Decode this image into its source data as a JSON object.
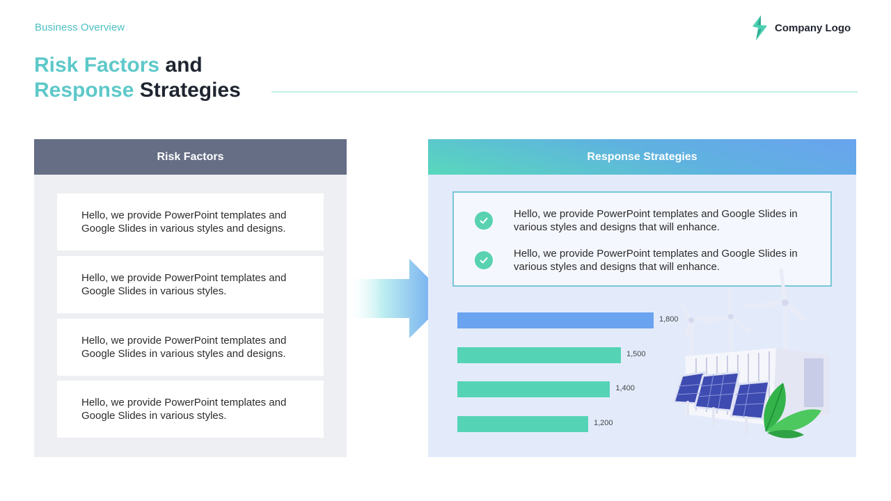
{
  "header": {
    "eyebrow": "Business Overview",
    "title_line1_accent": "Risk Factors",
    "title_line1_rest": " and",
    "title_line2_accent": "Response",
    "title_line2_rest": " Strategies",
    "logo_text": "Company Logo"
  },
  "risk_panel": {
    "title": "Risk Factors",
    "items": [
      "Hello, we provide PowerPoint templates and Google Slides in various styles and designs.",
      "Hello, we provide PowerPoint templates and Google Slides in various styles.",
      "Hello, we provide PowerPoint templates and Google Slides in various styles and designs.",
      "Hello, we provide PowerPoint templates and Google Slides in various styles."
    ]
  },
  "strategy_panel": {
    "title": "Response Strategies",
    "items": [
      "Hello, we provide PowerPoint templates and Google Slides in various styles and designs that will enhance.",
      "Hello, we provide PowerPoint templates and Google Slides in various styles and designs that will enhance."
    ]
  },
  "chart_data": {
    "type": "bar",
    "orientation": "horizontal",
    "values": [
      1800,
      1500,
      1400,
      1200
    ],
    "value_labels": [
      "1,800",
      "1,500",
      "1,400",
      "1,200"
    ],
    "colors": [
      "#6aa3ef",
      "#55d4b5",
      "#55d4b5",
      "#55d4b5"
    ],
    "xlim": [
      0,
      2000
    ]
  },
  "colors": {
    "accent_teal": "#5ec8c9",
    "header_gray": "#666e86",
    "check_green": "#58d2b0",
    "bar_blue": "#6aa3ef",
    "bar_green": "#55d4b5"
  },
  "icons": {
    "logo": "lightning-leaf-logo-icon",
    "check": "check-circle-icon",
    "arrow": "right-arrow-icon",
    "illustration": "renewable-energy-illustration"
  }
}
